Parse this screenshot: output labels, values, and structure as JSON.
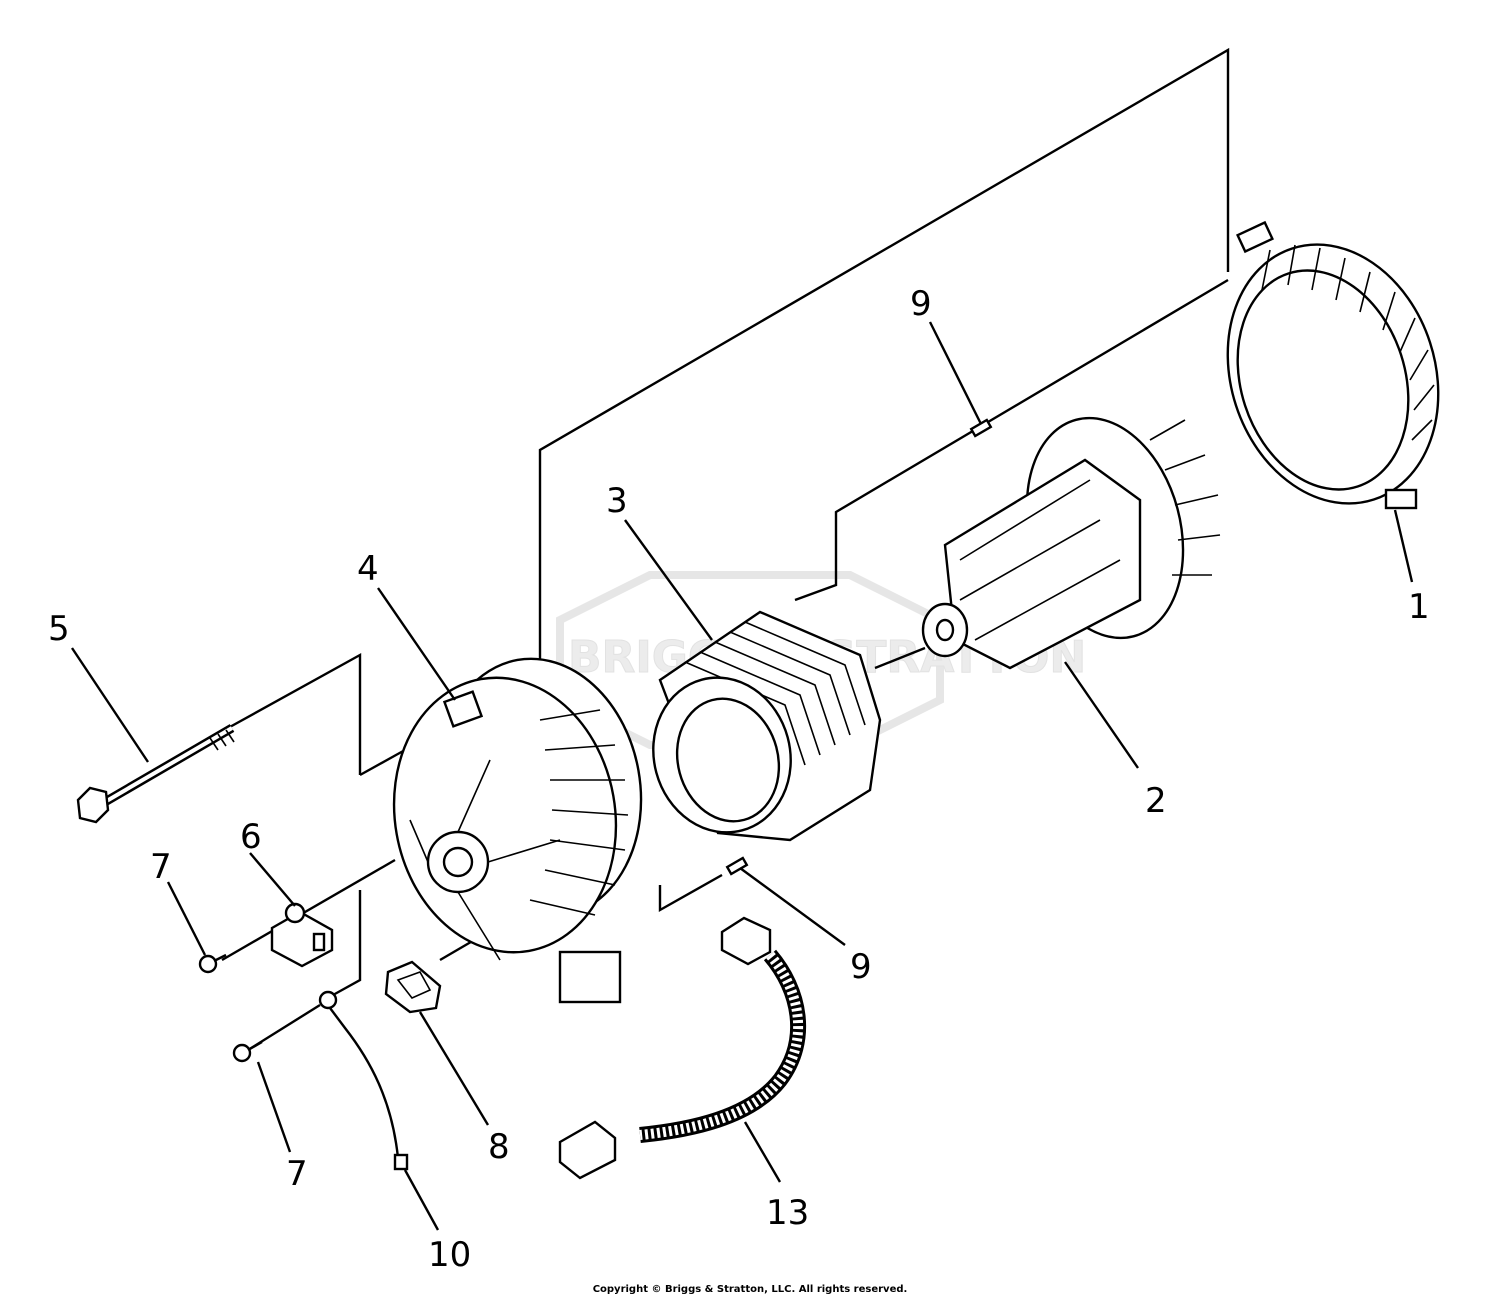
{
  "callouts": {
    "c1": "1",
    "c2": "2",
    "c3": "3",
    "c4": "4",
    "c5": "5",
    "c6": "6",
    "c7a": "7",
    "c7b": "7",
    "c8": "8",
    "c9a": "9",
    "c9b": "9",
    "c10": "10",
    "c13": "13"
  },
  "watermark": "BRIGGS & STRATTON",
  "footer": {
    "copyright": "Copyright © Briggs & Stratton, LLC. All rights reserved."
  },
  "colors": {
    "ink": "#000000",
    "background": "#ffffff",
    "watermark": "#e6e6e6"
  }
}
